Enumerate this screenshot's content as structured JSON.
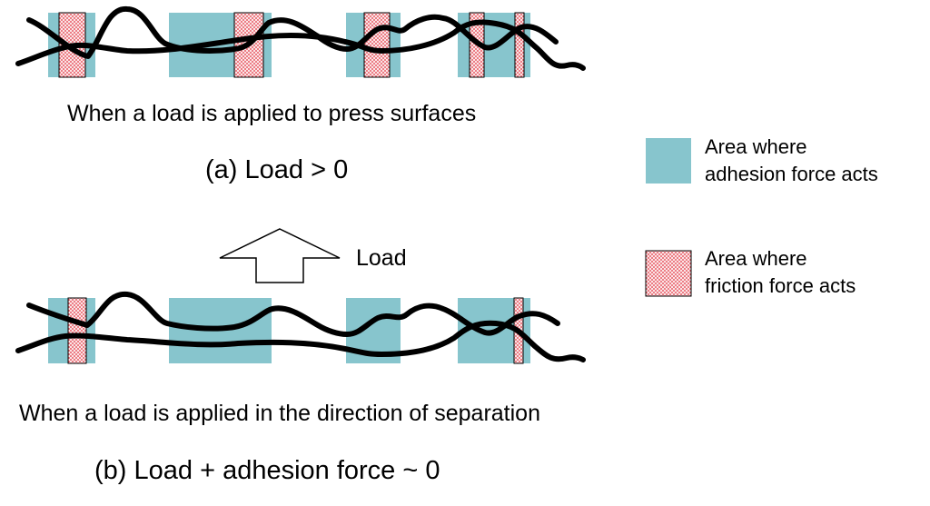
{
  "panel_a": {
    "caption_line1": "When a load is applied to press surfaces",
    "caption_line2": "(a) Load > 0"
  },
  "panel_b": {
    "caption_line1": "When a load is applied in the direction of separation",
    "caption_line2": "(b) Load + adhesion force ~ 0"
  },
  "arrow": {
    "label": "Load",
    "direction": "up"
  },
  "legend": {
    "adhesion": {
      "line1": "Area where",
      "line2": "adhesion force acts",
      "color": "#87c5cd"
    },
    "friction": {
      "line1": "Area where",
      "line2": "friction force acts",
      "color": "#e8626b",
      "pattern": "crosshatch"
    }
  },
  "colors": {
    "adhesion": "#87c5cd",
    "friction": "#e8626b",
    "line": "#000000"
  }
}
